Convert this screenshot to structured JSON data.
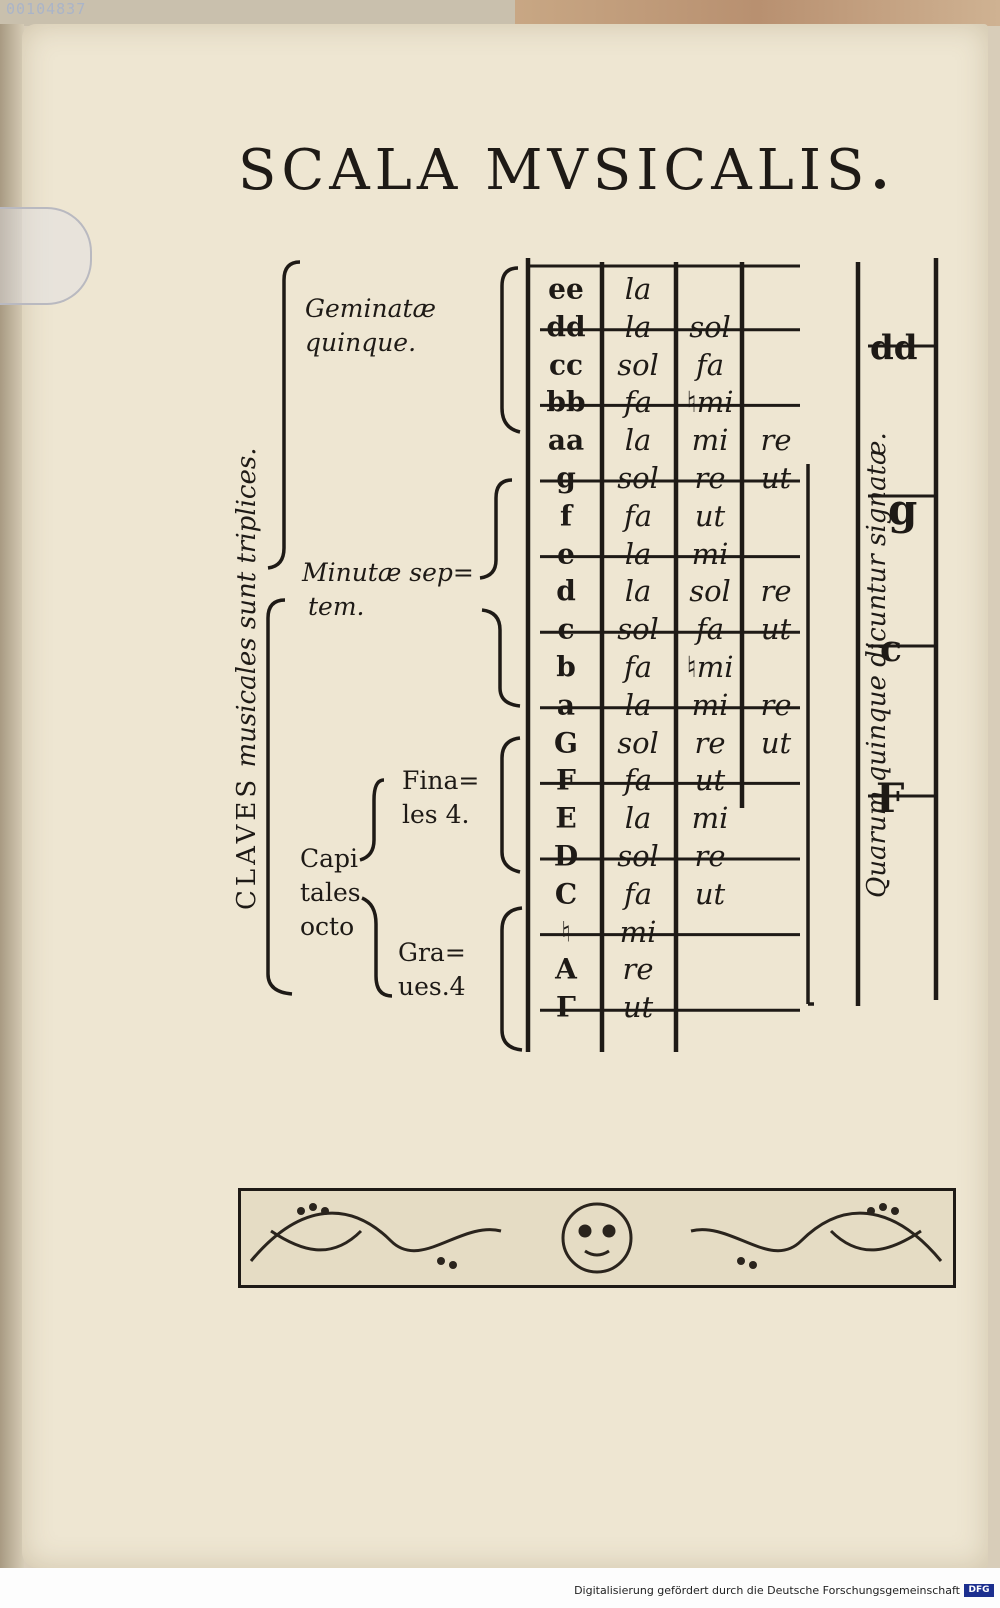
{
  "title": "SCALA MVSICALIS",
  "claves": {
    "lead": "CLAVES",
    "rest": "musicales sunt triplices."
  },
  "groups": {
    "geminatae": [
      "Geminatæ",
      "quinque."
    ],
    "minutae": [
      "Minutæ sep=",
      "tem."
    ],
    "capitales": [
      "Capi",
      "tales",
      "octo"
    ],
    "finales": [
      "Fina=",
      "les 4."
    ],
    "graves": [
      "Gra=",
      "ues.4"
    ]
  },
  "scale": [
    {
      "key": "ee",
      "syl": [
        "la",
        "",
        ""
      ]
    },
    {
      "key": "dd",
      "syl": [
        "la",
        "sol",
        ""
      ]
    },
    {
      "key": "cc",
      "syl": [
        "sol",
        "fa",
        ""
      ]
    },
    {
      "key": "bb",
      "syl": [
        "fa",
        "♮mi",
        ""
      ]
    },
    {
      "key": "aa",
      "syl": [
        "la",
        "mi",
        "re"
      ]
    },
    {
      "key": "g",
      "syl": [
        "sol",
        "re",
        "ut"
      ]
    },
    {
      "key": "f",
      "syl": [
        "fa",
        "ut",
        ""
      ]
    },
    {
      "key": "e",
      "syl": [
        "la",
        "mi",
        ""
      ]
    },
    {
      "key": "d",
      "syl": [
        "la",
        "sol",
        "re"
      ]
    },
    {
      "key": "c",
      "syl": [
        "sol",
        "fa",
        "ut"
      ]
    },
    {
      "key": "b",
      "syl": [
        "fa",
        "♮mi",
        ""
      ]
    },
    {
      "key": "a",
      "syl": [
        "la",
        "mi",
        "re"
      ]
    },
    {
      "key": "G",
      "syl": [
        "sol",
        "re",
        "ut"
      ]
    },
    {
      "key": "F",
      "syl": [
        "fa",
        "ut",
        ""
      ]
    },
    {
      "key": "E",
      "syl": [
        "la",
        "mi",
        ""
      ]
    },
    {
      "key": "D",
      "syl": [
        "sol",
        "re",
        ""
      ]
    },
    {
      "key": "C",
      "syl": [
        "fa",
        "ut",
        ""
      ]
    },
    {
      "key": "♮",
      "syl": [
        "mi",
        "",
        ""
      ]
    },
    {
      "key": "A",
      "syl": [
        "re",
        "",
        ""
      ]
    },
    {
      "key": "Γ",
      "syl": [
        "ut",
        "",
        ""
      ]
    }
  ],
  "quarum": "Quarum quinque dicuntur signatæ.",
  "signed_keys": [
    "dd",
    "g",
    "c",
    "F"
  ],
  "footer": {
    "credit": "Digitalisierung gefördert durch die Deutsche Forschungsgemeinschaft",
    "logo": "DFG"
  },
  "scan_id": "00104837"
}
